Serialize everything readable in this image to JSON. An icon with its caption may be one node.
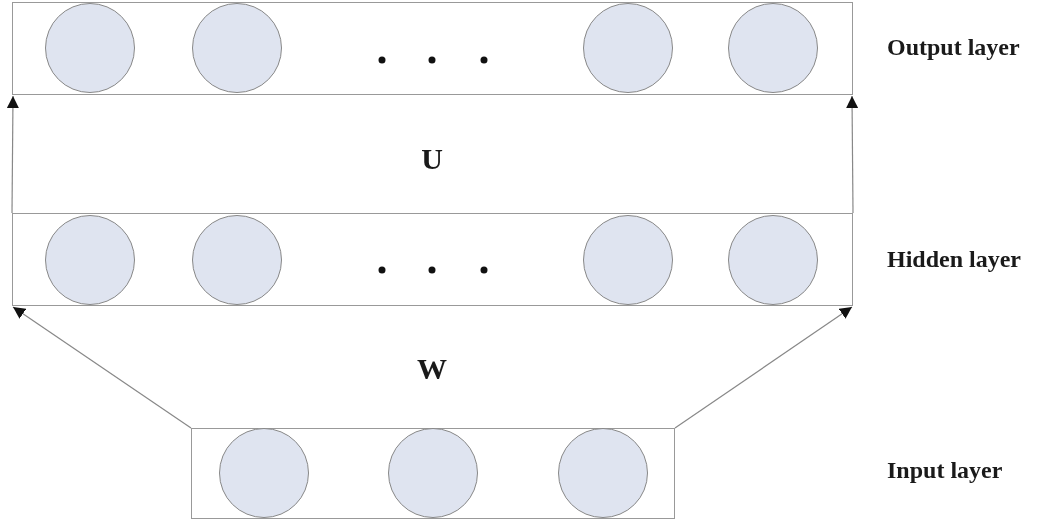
{
  "diagram": {
    "nodes": [
      {
        "text": [],
        "shape": "box"
      },
      {
        "text": [],
        "shape": "circle",
        "in": 0
      },
      {
        "text": [],
        "shape": "circle",
        "in": 0
      },
      {
        "text": [],
        "shape": "circle",
        "in": 0
      },
      {
        "text": [],
        "shape": "circle",
        "in": 0
      },
      {
        "text": [],
        "shape": "box"
      },
      {
        "text": [],
        "shape": "circle",
        "in": 5
      },
      {
        "text": [],
        "shape": "circle",
        "in": 5
      },
      {
        "text": [],
        "shape": "circle",
        "in": 5
      },
      {
        "text": [],
        "shape": "circle",
        "in": 5
      },
      {
        "text": [],
        "shape": "box"
      },
      {
        "text": [],
        "shape": "circle",
        "in": 10
      },
      {
        "text": [],
        "shape": "circle",
        "in": 10
      },
      {
        "text": [],
        "shape": "circle",
        "in": 10
      }
    ],
    "edges": [
      {
        "from": 5,
        "to": 0,
        "arrow": "to"
      },
      {
        "from": 5,
        "to": 0,
        "arrow": "to"
      },
      {
        "from": 10,
        "to": 5,
        "arrow": "to"
      },
      {
        "from": 10,
        "to": 5,
        "arrow": "to"
      }
    ],
    "labels": [
      "Output layer",
      "U",
      "Hidden layer",
      "W",
      "Input layer"
    ]
  }
}
